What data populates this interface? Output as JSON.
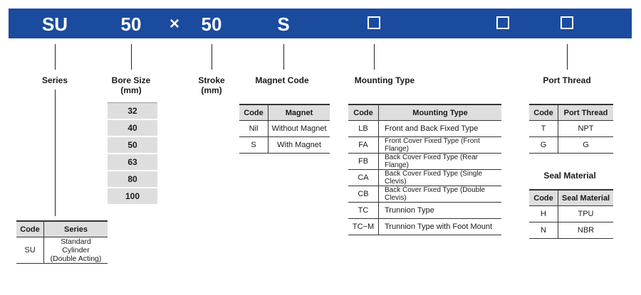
{
  "banner": {
    "color": "#1b4b9e",
    "series_code": "SU",
    "bore_code": "50",
    "times": "×",
    "stroke_code": "50",
    "magnet_code": "S",
    "placeholder_icon": "empty-square"
  },
  "labels": {
    "series": "Series",
    "bore_size": "Bore Size",
    "bore_unit": "(mm)",
    "stroke": "Stroke",
    "stroke_unit": "(mm)",
    "magnet_code": "Magnet Code",
    "mounting_type": "Mounting Type",
    "port_thread": "Port Thread",
    "seal_material": "Seal Material"
  },
  "series_table": {
    "headers": [
      "Code",
      "Series"
    ],
    "rows": [
      [
        "SU",
        "Standard Cylinder",
        "(Double Acting)"
      ]
    ]
  },
  "bore_sizes": [
    "32",
    "40",
    "50",
    "63",
    "80",
    "100"
  ],
  "magnet_table": {
    "headers": [
      "Code",
      "Magnet"
    ],
    "rows": [
      [
        "Nil",
        "Without Magnet"
      ],
      [
        "S",
        "With Magnet"
      ]
    ]
  },
  "mounting_table": {
    "headers": [
      "Code",
      "Mounting Type"
    ],
    "rows": [
      [
        "LB",
        "Front and Back Fixed Type"
      ],
      [
        "FA",
        "Front Cover Fixed Type (Front Flange)"
      ],
      [
        "FB",
        "Back Cover Fixed Type (Rear Flange)"
      ],
      [
        "CA",
        "Back Cover Fixed Type (Single Clevis)"
      ],
      [
        "CB",
        "Back Cover Fixed Type (Double Clevis)"
      ],
      [
        "TC",
        "Trunnion Type"
      ],
      [
        "TC−M",
        "Trunnion Type with Foot Mount"
      ]
    ]
  },
  "port_table": {
    "headers": [
      "Code",
      "Port Thread"
    ],
    "rows": [
      [
        "T",
        "NPT"
      ],
      [
        "G",
        "G"
      ]
    ]
  },
  "seal_table": {
    "headers": [
      "Code",
      "Seal Material"
    ],
    "rows": [
      [
        "H",
        "TPU"
      ],
      [
        "N",
        "NBR"
      ]
    ]
  }
}
